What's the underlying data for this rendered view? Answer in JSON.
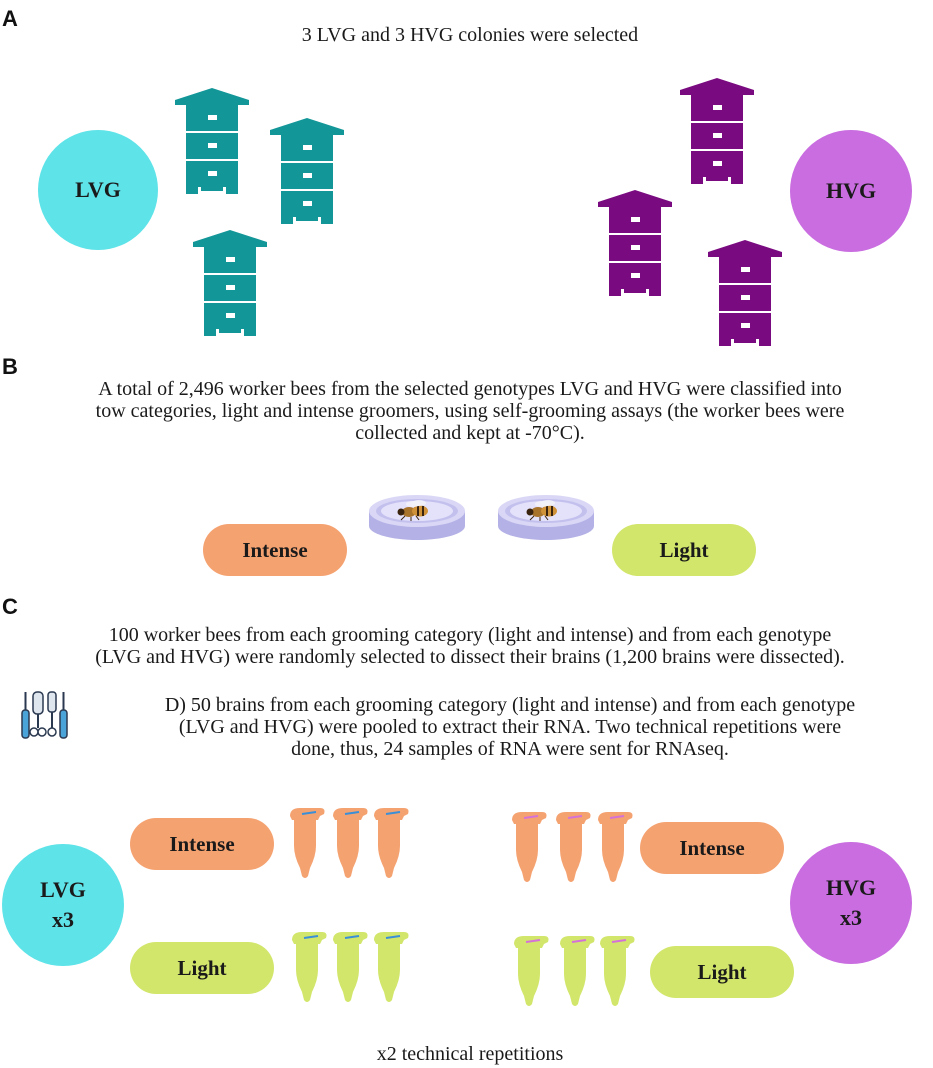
{
  "panels": {
    "a": "A",
    "b": "B",
    "c": "C"
  },
  "section_a": {
    "title": "3 LVG and 3 HVG colonies were selected",
    "lvg_label": "LVG",
    "hvg_label": "HVG"
  },
  "section_b": {
    "text": "A total of 2,496 worker bees from the selected genotypes LVG and HVG were classified into\ntow categories, light and intense groomers, using self-grooming assays (the worker bees were\ncollected and kept at -70°C).",
    "intense_label": "Intense",
    "light_label": "Light"
  },
  "section_c": {
    "text": "100 worker bees from each grooming category (light and intense) and from each genotype\n(LVG and HVG) were randomly selected to dissect their brains (1,200 brains were dissected).",
    "text_d": "D) 50 brains from each grooming category (light and intense) and from each genotype\n(LVG and HVG) were pooled to extract their RNA. Two technical repetitions were\ndone, thus, 24 samples of RNA were sent for RNAseq.",
    "lvg_label": "LVG\nx3",
    "hvg_label": "HVG\nx3",
    "intense_left": "Intense",
    "light_left": "Light",
    "intense_right": "Intense",
    "light_right": "Light",
    "footer": "x2 technical repetitions"
  },
  "colors": {
    "cyan": "#5ee3e8",
    "violet": "#c96de0",
    "orange": "#f5a271",
    "lime": "#d2e66b",
    "teal_hive": "#139698",
    "purple_hive": "#7a0a80",
    "blue_mark": "#3b8fd6",
    "pink_mark": "#d572d8",
    "dish": "#c8c6ef"
  },
  "icons": [
    "hive-icon",
    "petri-dish-bee-icon",
    "dissection-tools-icon",
    "microtube-icon"
  ]
}
